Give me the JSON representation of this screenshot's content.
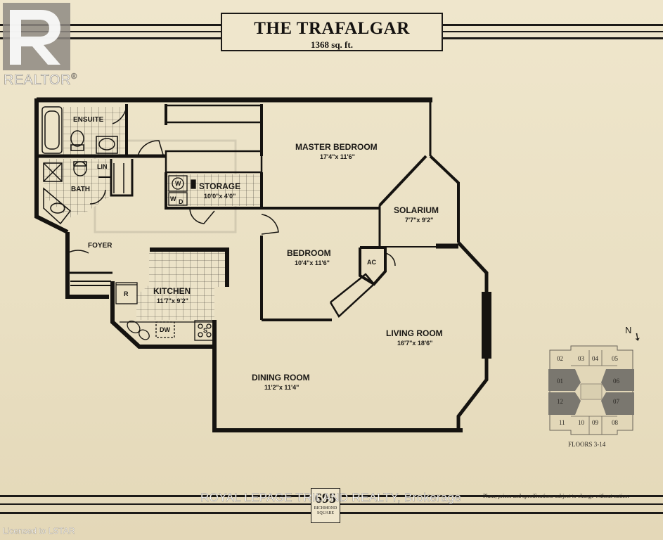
{
  "header": {
    "title": "THE TRAFALGAR",
    "area": "1368 sq. ft."
  },
  "watermarks": {
    "realtor": "REALTOR",
    "realtor_mark": "®",
    "brokerage": "ROYAL LEPAGE TRILAND REALTY, Brokerage",
    "licensed": "Licensed to LSTAR"
  },
  "rooms": {
    "ensuite": {
      "name": "ENSUITE"
    },
    "lin": {
      "name": "LIN"
    },
    "bath": {
      "name": "BATH"
    },
    "storage": {
      "name": "STORAGE",
      "dims": "10'0\"x 4'0\""
    },
    "master_bedroom": {
      "name": "MASTER BEDROOM",
      "dims": "17'4\"x 11'6\""
    },
    "solarium": {
      "name": "SOLARIUM",
      "dims": "7'7\"x 9'2\""
    },
    "foyer": {
      "name": "FOYER"
    },
    "bedroom": {
      "name": "BEDROOM",
      "dims": "10'4\"x 11'6\""
    },
    "ac": {
      "name": "AC"
    },
    "kitchen": {
      "name": "KITCHEN",
      "dims": "11'7\"x 9'2\""
    },
    "living_room": {
      "name": "LIVING ROOM",
      "dims": "16'7\"x 18'6\""
    },
    "dining_room": {
      "name": "DINING ROOM",
      "dims": "11'2\"x 11'4\""
    }
  },
  "fixtures": {
    "washer": "W",
    "dryer_w": "W",
    "dryer_d": "D",
    "fridge": "R",
    "dishwasher": "DW",
    "stove": "S"
  },
  "keyplan": {
    "units_top": [
      "02",
      "03",
      "04",
      "05"
    ],
    "units_left": [
      "01",
      "12"
    ],
    "units_right": [
      "06",
      "07"
    ],
    "units_bottom": [
      "11",
      "10",
      "09",
      "08"
    ],
    "caption": "FLOORS 3-14",
    "north": "N"
  },
  "footer": {
    "disclaimer": "Plans, prices and specifications subject to change without notice.",
    "logo_number": "695",
    "logo_line1": "RICHMOND",
    "logo_line2": "SQUARE"
  }
}
